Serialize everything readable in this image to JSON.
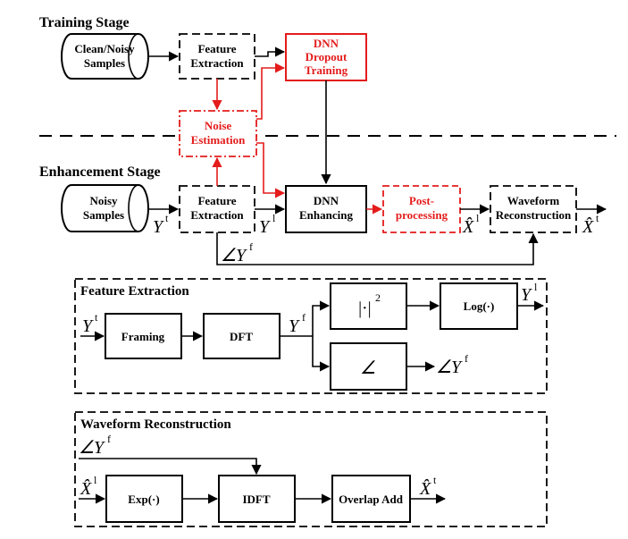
{
  "stages": {
    "training": "Training Stage",
    "enhancement": "Enhancement Stage"
  },
  "training": {
    "samples": [
      "Clean/Noisy",
      "Samples"
    ],
    "feature_extraction": [
      "Feature",
      "Extraction"
    ],
    "dnn_training": [
      "DNN",
      "Dropout",
      "Training"
    ],
    "noise_estimation": [
      "Noise",
      "Estimation"
    ]
  },
  "enhancement": {
    "samples": [
      "Noisy",
      "Samples"
    ],
    "feature_extraction": [
      "Feature",
      "Extraction"
    ],
    "dnn_enhancing": [
      "DNN",
      "Enhancing"
    ],
    "post_processing": [
      "Post-",
      "processing"
    ],
    "waveform_reconstruction": [
      "Waveform",
      "Reconstruction"
    ]
  },
  "feature_panel": {
    "title": "Feature Extraction",
    "framing": "Framing",
    "dft": "DFT",
    "log": "Log(·)"
  },
  "waveform_panel": {
    "title": "Waveform Reconstruction",
    "exp": "Exp(·)",
    "idft": "IDFT",
    "overlap_add": "Overlap Add"
  },
  "symbols": {
    "Y": "Y",
    "X_hat": "X̂",
    "angle": "∠",
    "sup_t": "t",
    "sup_f": "f",
    "sup_l": "l",
    "sup_2": "2",
    "abs_dot": "|·|"
  },
  "colors": {
    "highlight": "#e41c1c",
    "line": "#000000"
  }
}
